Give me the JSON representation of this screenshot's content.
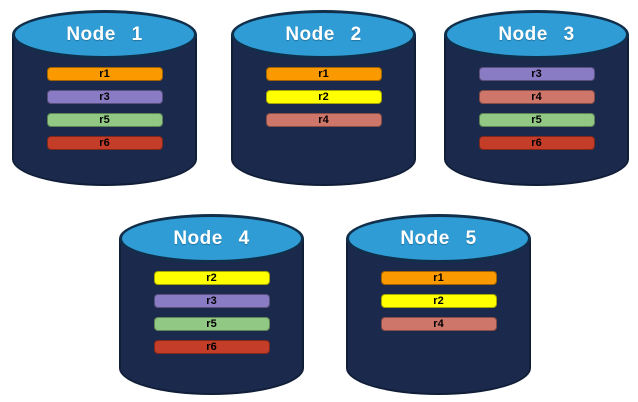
{
  "diagram": {
    "description_colors": {
      "background": "#ffffff",
      "cylinder_body": "#1B2A4C",
      "cylinder_top": "#2F9CD5"
    },
    "replica_colors": {
      "r1": "#FB9900",
      "r2": "#FFFF00",
      "r3": "#8A7CC4",
      "r4": "#CF766B",
      "r5": "#90C884",
      "r6": "#C33D28"
    },
    "nodes": [
      {
        "label": "Node 1",
        "replicas": [
          "r1",
          "r3",
          "r5",
          "r6"
        ]
      },
      {
        "label": "Node 2",
        "replicas": [
          "r1",
          "r2",
          "r4"
        ]
      },
      {
        "label": "Node 3",
        "replicas": [
          "r3",
          "r4",
          "r5",
          "r6"
        ]
      },
      {
        "label": "Node 4",
        "replicas": [
          "r2",
          "r3",
          "r5",
          "r6"
        ]
      },
      {
        "label": "Node 5",
        "replicas": [
          "r1",
          "r2",
          "r4"
        ]
      }
    ]
  }
}
